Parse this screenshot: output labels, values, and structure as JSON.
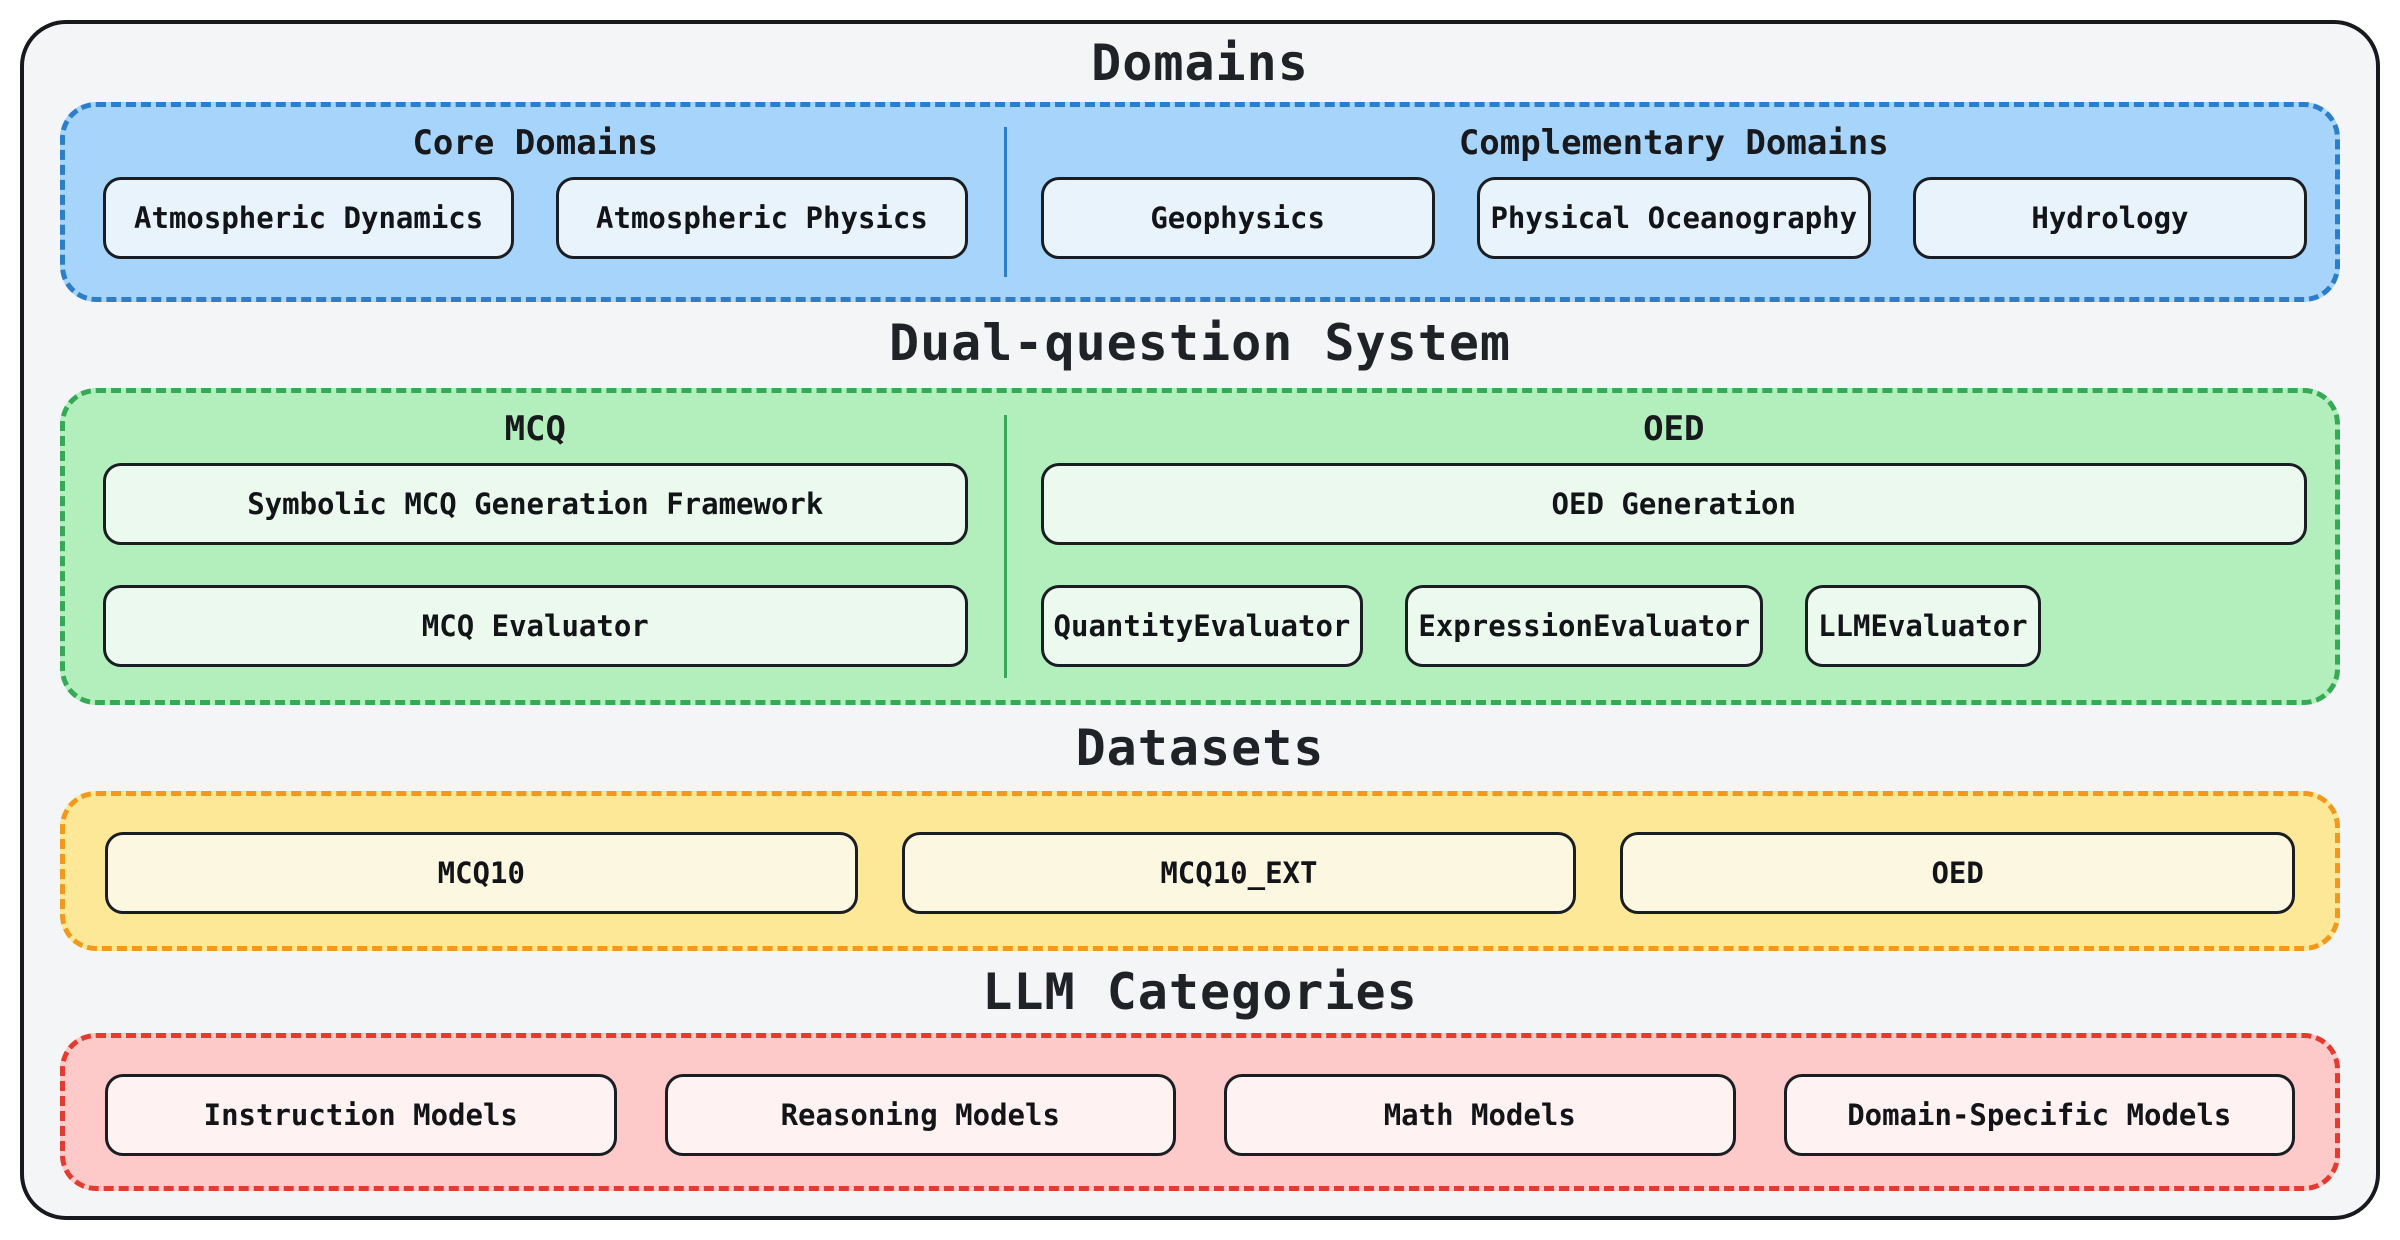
{
  "titles": {
    "domains": "Domains",
    "dual_question": "Dual-question System",
    "datasets": "Datasets",
    "llm_categories": "LLM Categories"
  },
  "domains": {
    "core": {
      "header": "Core Domains",
      "items": [
        "Atmospheric Dynamics",
        "Atmospheric Physics"
      ]
    },
    "complementary": {
      "header": "Complementary Domains",
      "items": [
        "Geophysics",
        "Physical Oceanography",
        "Hydrology"
      ]
    }
  },
  "dual_question_system": {
    "mcq": {
      "header": "MCQ",
      "generation": "Symbolic MCQ Generation Framework",
      "evaluator": "MCQ Evaluator"
    },
    "oed": {
      "header": "OED",
      "generation": "OED Generation",
      "evaluators": [
        "QuantityEvaluator",
        "ExpressionEvaluator",
        "LLMEvaluator"
      ]
    }
  },
  "datasets": {
    "items": [
      "MCQ10",
      "MCQ10_EXT",
      "OED"
    ]
  },
  "llm_categories": {
    "items": [
      "Instruction Models",
      "Reasoning Models",
      "Math Models",
      "Domain-Specific Models"
    ]
  },
  "colors": {
    "frame_background": "#f4f5f7",
    "outline": "#17191e",
    "text": "#17191c",
    "domains_section": {
      "fill": "#a6d4fa",
      "border": "#2b7ec9",
      "item_fill": "#e9f3fc"
    },
    "dual_question_section": {
      "fill": "#b2efbc",
      "border": "#36a957",
      "item_fill": "#ebf9ee"
    },
    "datasets_section": {
      "fill": "#fde897",
      "border": "#f0991d",
      "item_fill": "#fcf7e1"
    },
    "llm_section": {
      "fill": "#fec9c9",
      "border": "#e43b30",
      "item_fill": "#fef3f2"
    }
  }
}
